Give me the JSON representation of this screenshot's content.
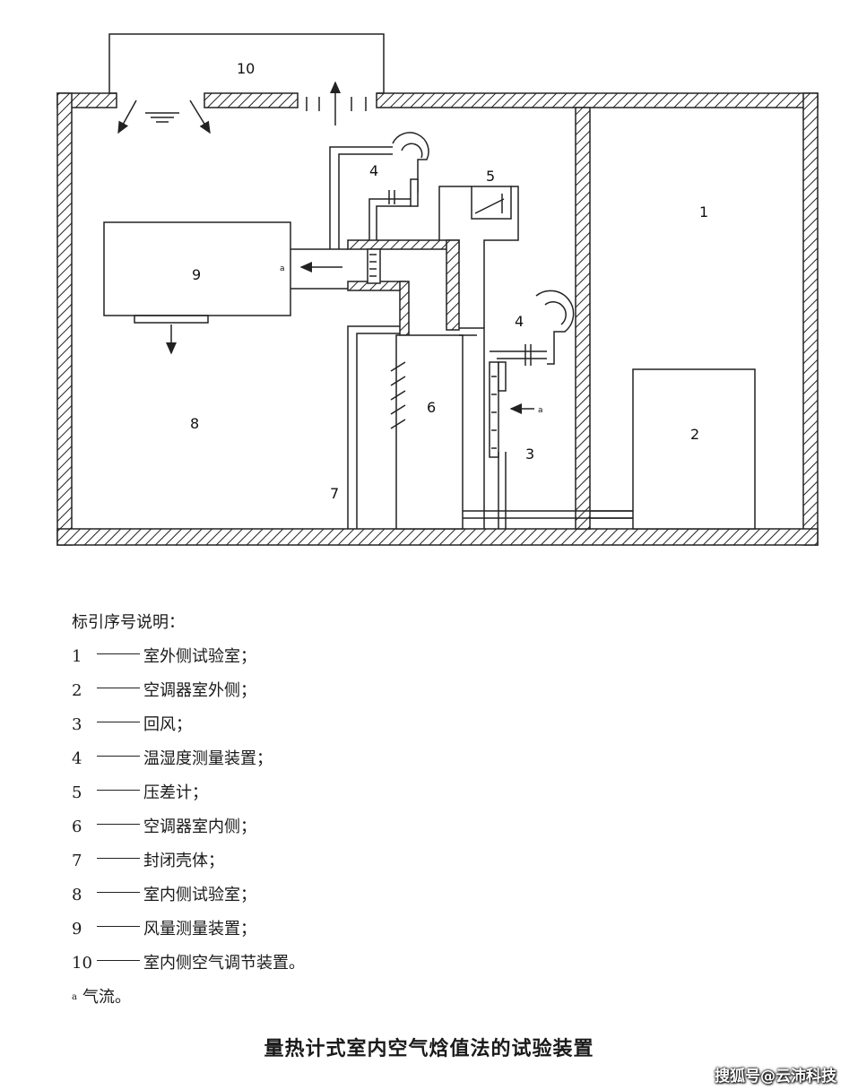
{
  "diagram": {
    "labels": {
      "n1": "1",
      "n2": "2",
      "n3": "3",
      "n4a": "4",
      "n4b": "4",
      "n5": "5",
      "n6": "6",
      "n7": "7",
      "n8": "8",
      "n9": "9",
      "n10": "10",
      "airflow_a1": "a",
      "airflow_a2": "a"
    }
  },
  "legend": {
    "title": "标引序号说明：",
    "items": [
      {
        "num": "1",
        "text": "室外侧试验室；"
      },
      {
        "num": "2",
        "text": "空调器室外侧；"
      },
      {
        "num": "3",
        "text": "回风；"
      },
      {
        "num": "4",
        "text": "温湿度测量装置；"
      },
      {
        "num": "5",
        "text": "压差计；"
      },
      {
        "num": "6",
        "text": "空调器室内侧；"
      },
      {
        "num": "7",
        "text": "封闭壳体；"
      },
      {
        "num": "8",
        "text": "室内侧试验室；"
      },
      {
        "num": "9",
        "text": "风量测量装置；"
      },
      {
        "num": "10",
        "text": "室内侧空气调节装置。"
      }
    ],
    "note_mark": "a",
    "note_text": "气流。"
  },
  "caption": "量热计式室内空气焓值法的试验装置",
  "watermark": "搜狐号@云沛科技"
}
